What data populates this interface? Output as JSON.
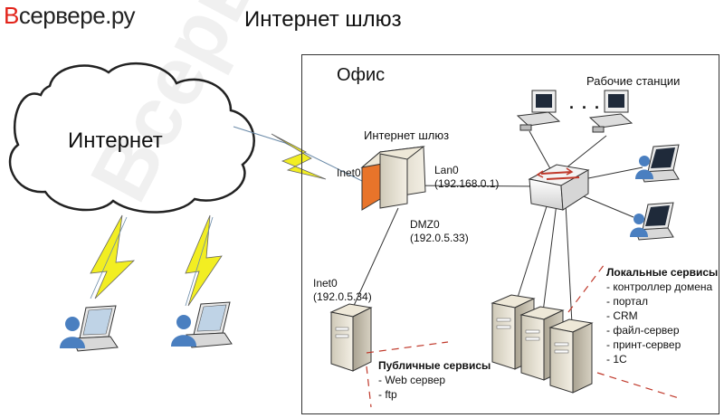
{
  "header": {
    "logo_prefix": "В",
    "logo_rest": "сервере.ру",
    "title": "Интернет шлюз"
  },
  "watermark": "Всервере.ру",
  "diagram": {
    "office_label": "Офис",
    "cloud_label": "Интернет",
    "gateway": {
      "title": "Интернет шлюз",
      "inet_iface": "Inet0",
      "lan_iface": "Lan0",
      "lan_ip": "(192.168.0.1)",
      "dmz_iface": "DMZ0",
      "dmz_ip": "(192.0.5.33)"
    },
    "public_server": {
      "iface": "Inet0",
      "ip": "(192.0.5.34)",
      "services_title": "Публичные сервисы",
      "services": [
        "- Web сервер",
        "- ftp"
      ]
    },
    "workstations_label": "Рабочие станции",
    "workstations_ellipsis": ". . .",
    "local_services": {
      "title": "Локальные сервисы",
      "items": [
        "- контроллер домена",
        "- портал",
        "- CRM",
        "- файл-сервер",
        "- принт-сервер",
        "- 1С"
      ]
    }
  },
  "colors": {
    "gateway_accent": "#e8742a",
    "lightning": "#f2ee22",
    "user": "#4a7fc0",
    "dashed_red": "#c0392b"
  }
}
